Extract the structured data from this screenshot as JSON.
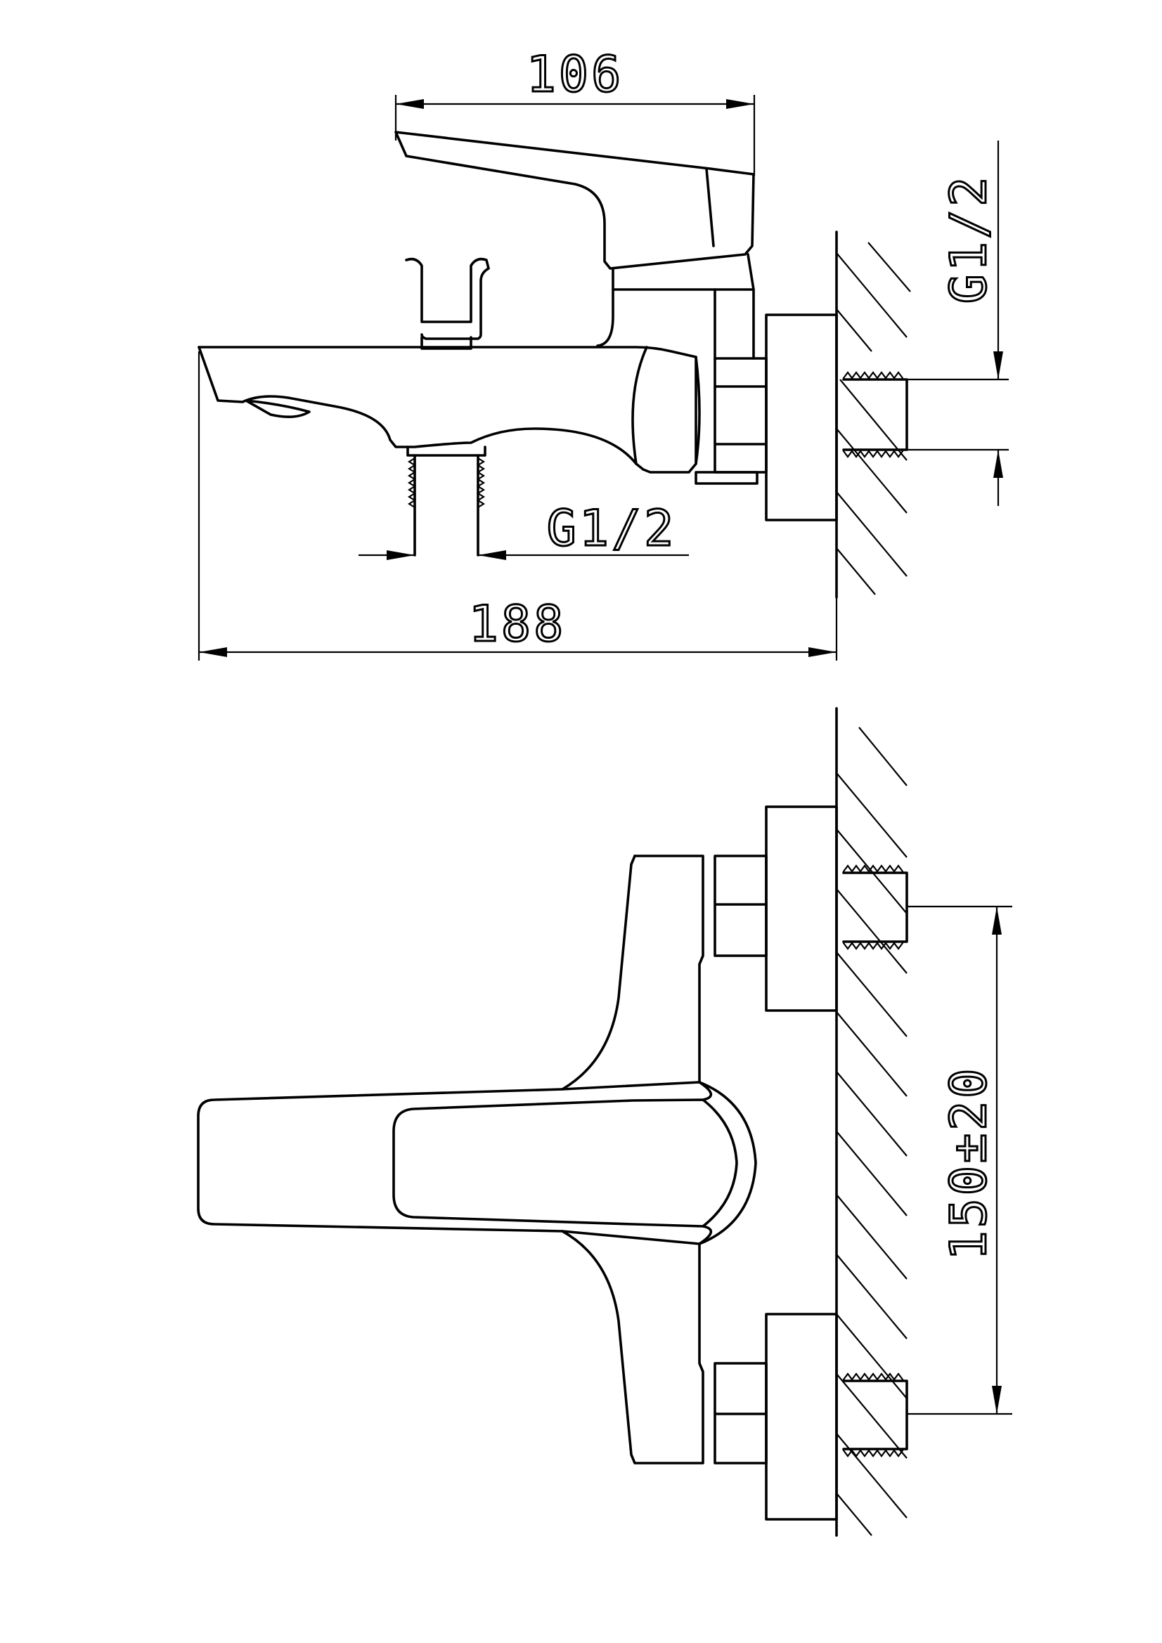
{
  "side_view": {
    "dim_top_width": "106",
    "dim_overall_length": "188",
    "dim_outlet_thread": "G1/2",
    "dim_inlet_thread": "G1/2"
  },
  "front_view": {
    "dim_inlet_spacing": "150±20"
  }
}
